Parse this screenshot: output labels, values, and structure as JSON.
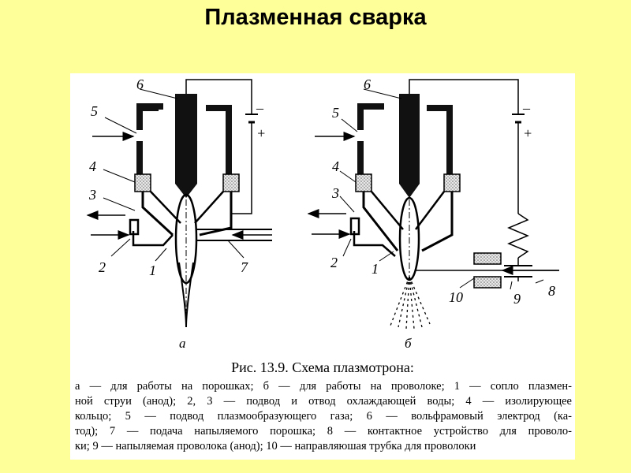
{
  "slide": {
    "title": "Плазменная сварка"
  },
  "figure": {
    "diagram_a": {
      "labels": {
        "l5": "5",
        "l4": "4",
        "l3": "3",
        "l2": "2",
        "l1": "1",
        "l6": "6",
        "l7": "7",
        "minus": "–",
        "plus": "+"
      },
      "sublabel": "а"
    },
    "diagram_b": {
      "labels": {
        "l5": "5",
        "l4": "4",
        "l3": "3",
        "l2": "2",
        "l1": "1",
        "l6": "6",
        "l8": "8",
        "l9": "9",
        "l10": "10",
        "minus": "–",
        "plus": "+"
      },
      "sublabel": "б"
    },
    "caption_title": "Рис. 13.9. Схема плазмотрона:",
    "caption_lines": [
      "а — для работы на порошках; б — для работы на проволоке; 1 — сопло плазмен-",
      "ной струи (анод); 2, 3 — подвод и отвод охлаждающей воды; 4 — изолирующее",
      "кольцо; 5 — подвод плазмообразующего газа; 6 — вольфрамовый электрод (ка-",
      "тод); 7 — подача напыляемого порошка; 8 — контактное устройство для проволо-",
      "ки; 9 — напыляемая проволока (анод); 10 — направляюшая трубка для проволоки"
    ]
  }
}
